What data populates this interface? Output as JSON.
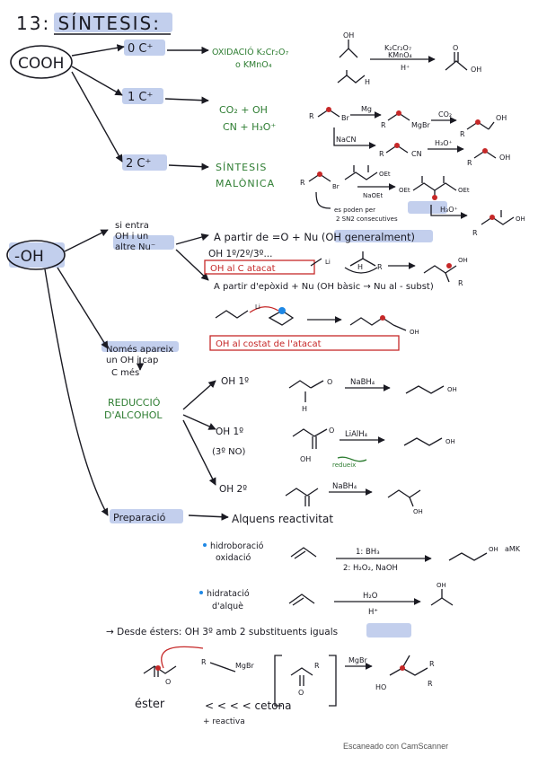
{
  "title": "13: SÍNTESIS:",
  "cooh": {
    "label": "COOH",
    "branches": {
      "zero": "0 C⁺",
      "one": "1 C⁺",
      "two": "2 C⁺"
    },
    "oxidation": {
      "line1": "OXIDACIÓ K₂Cr₂O₇",
      "line2": "o KMnO₄",
      "reagent_top": "K₂Cr₂O₇",
      "reagent_mid": "KMnO₄",
      "reagent_bottom": "H⁺",
      "oh": "OH",
      "h": "H",
      "product_o": "O",
      "product_oh": "OH"
    },
    "one_carbon": {
      "line1": "CO₂ + OH",
      "line2": "CN + H₃O⁺",
      "r": "R",
      "br": "Br",
      "mg": "Mg",
      "mgbr": "MgBr",
      "co2": "CO₂",
      "oh": "OH",
      "nacn": "NaCN",
      "cn": "CN",
      "h3o": "H₃O⁺"
    },
    "malonic": {
      "line1": "SÍNTESIS",
      "line2": "MALÒNICA",
      "r": "R",
      "br": "Br",
      "oet": "OEt",
      "naoet": "NaOEt",
      "note_line1": "es poden per",
      "note_line2": "2 SN2 consecutives",
      "h3o": "H₃O⁺",
      "oh": "OH"
    }
  },
  "oh_section": {
    "label": "-OH",
    "branch1": {
      "line1": "si entra",
      "line2": "OH i un",
      "line3": "altre Nu⁻"
    },
    "from_carbonyl": "A partir de =O + Nu (OH generalment)",
    "oh_types": "OH 1º/2º/3º...",
    "oh_attack_box": "OH al C atacat",
    "li": "Li",
    "h": "H",
    "r": "R",
    "oh": "OH",
    "from_epoxide": "A partir d'epòxid + Nu (OH bàsic → Nu al - subst)",
    "side_box": "OH al costat de l'atacat",
    "branch2": {
      "line1": "Només apareix",
      "line2": "un OH i cap",
      "line3": "C més"
    },
    "reduction": {
      "line1": "REDUCCIÓ",
      "line2": "D'ALCOHOL"
    },
    "oh1": "OH 1º",
    "oh1b": "OH 1º",
    "oh1b_note": "(3º NO)",
    "oh2": "OH 2º",
    "nabh4": "NaBH₄",
    "lialh4": "LiAlH₄",
    "h_label": "H",
    "o_label": "O",
    "oh_label": "OH",
    "oh_side": "OH",
    "reduced_note": "redueix",
    "branch3": "Preparació",
    "alkenes": "Alquens reactivitat",
    "hydroboration": {
      "line1": "hidroboració",
      "line2": "oxidació",
      "reagent1": "1: BH₃",
      "reagent2": "2: H₂O₂, NaOH",
      "product": "OH",
      "note": "aMK"
    },
    "hydration": {
      "line1": "hidratació",
      "line2": "d'alquè",
      "reagent1": "H₂O",
      "reagent2": "H⁺",
      "product": "OH"
    }
  },
  "esters": {
    "heading": "→ Desde ésters: OH 3º amb 2 substituents iguals",
    "r": "R",
    "mgbr": "MgBr",
    "o": "O",
    "ester_label": "éster",
    "reactivity_line1": "< < < < cetona",
    "reactivity_line2": "+ reactiva",
    "ho": "HO"
  },
  "footer": "Escaneado con CamScanner",
  "colors": {
    "ink": "#1a1a22",
    "green": "#2e7d32",
    "red": "#c62828",
    "highlight": "#b8c7ea"
  }
}
